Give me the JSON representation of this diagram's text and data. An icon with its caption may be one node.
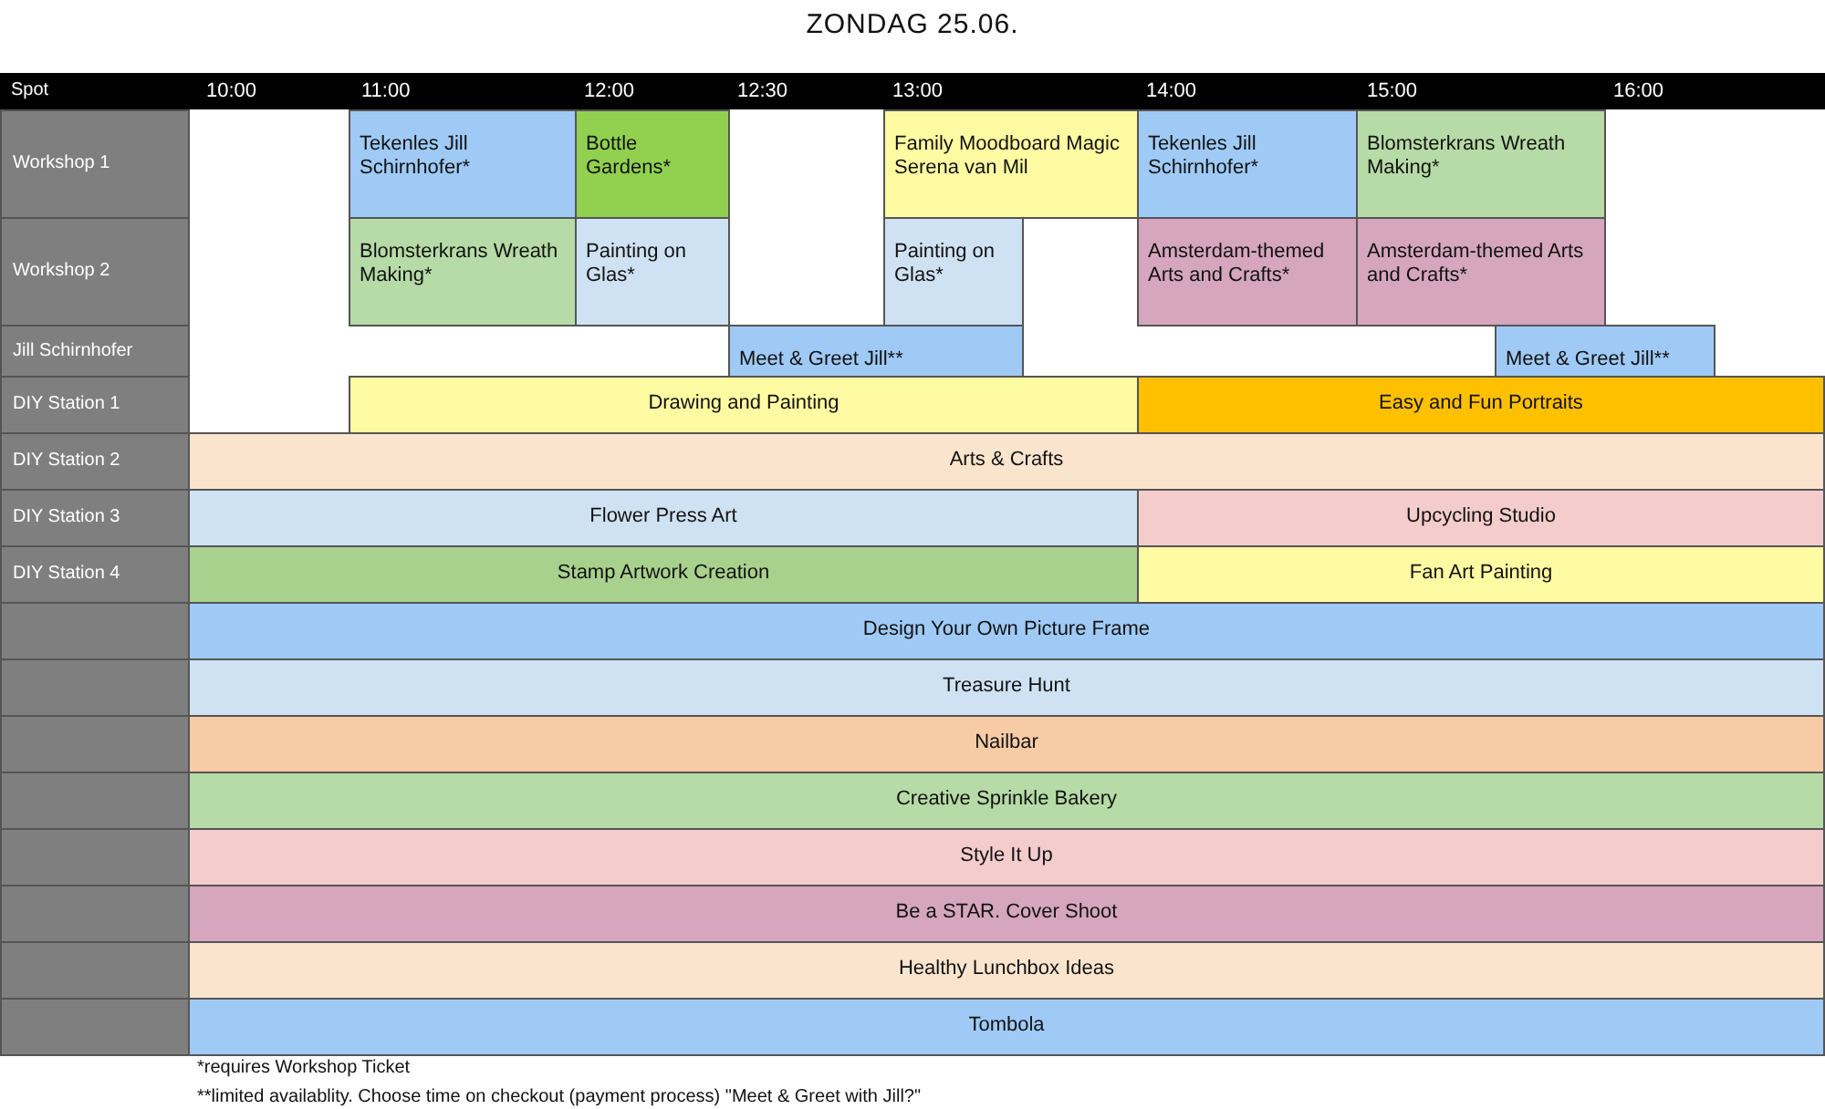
{
  "diagram": {
    "title": "ZONDAG 25.06.",
    "nodes": [
      {
        "text": [
          "Workshop 1"
        ]
      },
      {
        "text": [
          "Tekenles Jill Schirnhofer*"
        ]
      },
      {
        "text": [
          "Bottle Gardens*"
        ]
      },
      {
        "text": [
          "Family Moodboard Magic Serena van Mil"
        ]
      },
      {
        "text": [
          "Tekenles Jill Schirnhofer*"
        ]
      },
      {
        "text": [
          "Blomsterkrans Wreath Making*"
        ]
      },
      {
        "text": [
          "Workshop 2"
        ]
      },
      {
        "text": [
          "Blomsterkrans Wreath Making*"
        ]
      },
      {
        "text": [
          "Painting on Glas*"
        ]
      },
      {
        "text": [
          "Painting on Glas*"
        ]
      },
      {
        "text": [
          "Amsterdam-themed Arts and Crafts*"
        ]
      },
      {
        "text": [
          "Amsterdam-themed Arts and Crafts*"
        ]
      },
      {
        "text": [
          "Jill Schirnhofer"
        ]
      },
      {
        "text": [
          "Meet & Greet Jill**"
        ]
      },
      {
        "text": [
          "Meet & Greet Jill**"
        ]
      },
      {
        "text": [
          "DIY Station 1"
        ]
      },
      {
        "text": [
          "Drawing and Painting"
        ]
      },
      {
        "text": [
          "Easy and Fun Portraits"
        ]
      },
      {
        "text": [
          "DIY Station 2"
        ]
      },
      {
        "text": [
          "Arts & Crafts"
        ]
      },
      {
        "text": [
          "DIY Station 3"
        ]
      },
      {
        "text": [
          "Flower Press Art"
        ]
      },
      {
        "text": [
          "Upcycling Studio"
        ]
      },
      {
        "text": [
          "DIY Station 4"
        ]
      },
      {
        "text": [
          "Stamp Artwork Creation"
        ]
      },
      {
        "text": [
          "Fan Art Painting"
        ]
      },
      {
        "text": [],
        "shape": "box"
      },
      {
        "text": [
          "Design Your Own Picture Frame"
        ]
      },
      {
        "text": [],
        "shape": "box"
      },
      {
        "text": [
          "Treasure Hunt"
        ]
      },
      {
        "text": [],
        "shape": "box"
      },
      {
        "text": [
          "Nailbar"
        ]
      },
      {
        "text": [],
        "shape": "box"
      },
      {
        "text": [
          "Creative Sprinkle Bakery"
        ]
      },
      {
        "text": [],
        "shape": "box"
      },
      {
        "text": [
          "Style It Up"
        ]
      },
      {
        "text": [],
        "shape": "box"
      },
      {
        "text": [
          "Be a STAR. Cover Shoot"
        ]
      },
      {
        "text": [],
        "shape": "box"
      },
      {
        "text": [
          "Healthy Lunchbox Ideas"
        ]
      },
      {
        "text": [],
        "shape": "box"
      },
      {
        "text": [
          "Tombola"
        ]
      }
    ],
    "labels": [
      "Spot",
      "10:00",
      "11:00",
      "12:00",
      "12:30",
      "13:00",
      "14:00",
      "15:00",
      "16:00",
      "*requires Workshop Ticket",
      "**limited availablity. Choose time on checkout (payment process) \"Meet & Greet with Jill?\""
    ]
  }
}
